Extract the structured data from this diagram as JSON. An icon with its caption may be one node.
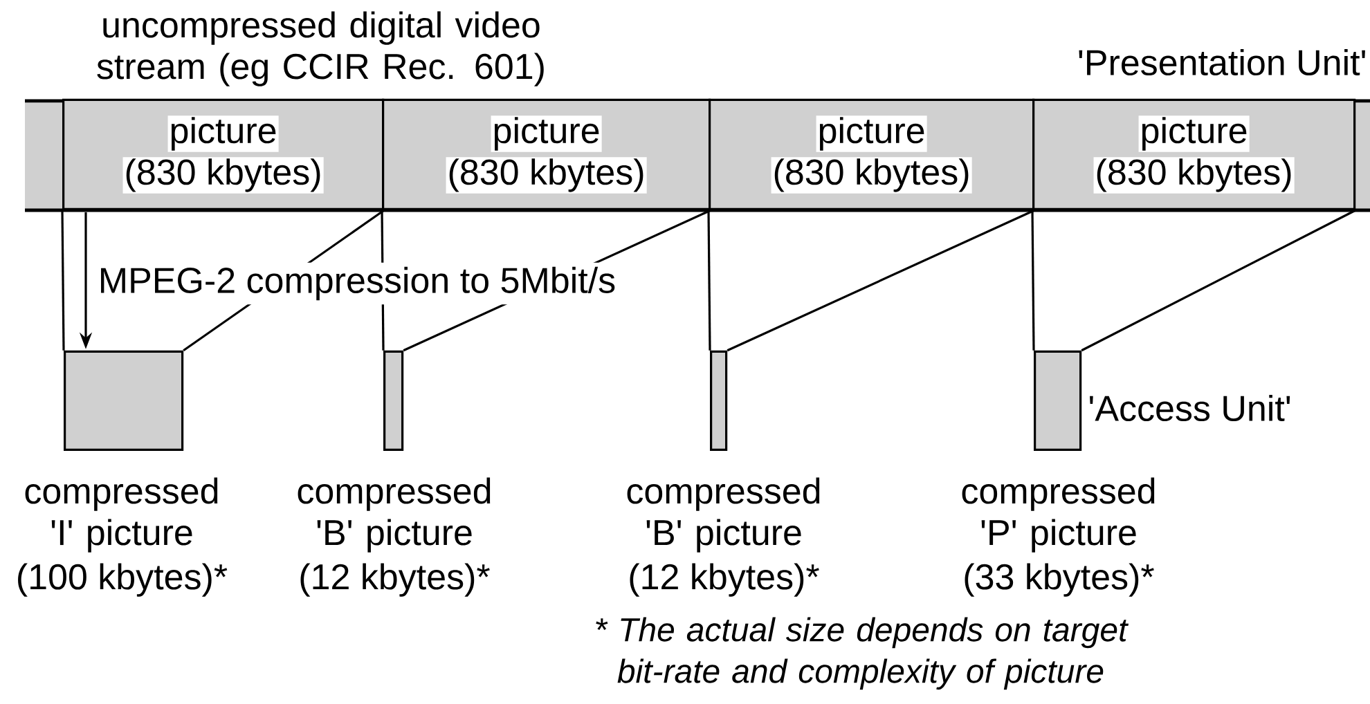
{
  "diagram": {
    "nodes": [
      {
        "text": [
          "picture",
          "(830 kbytes)"
        ]
      },
      {
        "text": [
          "picture",
          "(830 kbytes)"
        ]
      },
      {
        "text": [
          "picture",
          "(830 kbytes)"
        ]
      },
      {
        "text": [
          "picture",
          "(830 kbytes)"
        ],
        "beside": [
          "'Presentation Unit'"
        ]
      },
      {
        "text": [],
        "shape": "box",
        "beside": [
          "compressed 'I' picture",
          "(100 kbytes)*"
        ]
      },
      {
        "text": [],
        "shape": "box",
        "beside": [
          "compressed 'B' picture",
          "(12 kbytes)*"
        ]
      },
      {
        "text": [],
        "shape": "box",
        "beside": [
          "compressed 'B' picture",
          "(12 kbytes)*"
        ]
      },
      {
        "text": [],
        "shape": "box",
        "beside": [
          "compressed 'P' picture",
          "(33 kbytes)*",
          "'Access Unit'"
        ]
      }
    ],
    "edges": [
      {
        "from": 0,
        "to": 4,
        "arrow": "none"
      },
      {
        "from": 0,
        "to": 4,
        "arrow": "none"
      },
      {
        "from": 1,
        "to": 5,
        "arrow": "none"
      },
      {
        "from": 1,
        "to": 5,
        "arrow": "none"
      },
      {
        "from": 2,
        "to": 6,
        "arrow": "none"
      },
      {
        "from": 2,
        "to": 6,
        "arrow": "none"
      },
      {
        "from": 3,
        "to": 7,
        "arrow": "none"
      },
      {
        "from": 3,
        "to": 7,
        "arrow": "none"
      },
      {
        "from": 0,
        "to": 4,
        "arrow": "to",
        "label": "MPEG-2 compression to 5Mbit/s"
      }
    ],
    "labels": [
      "uncompressed digital video stream (eg CCIR Rec. 601)",
      "* The actual size depends on target bit-rate and complexity of picture"
    ]
  }
}
